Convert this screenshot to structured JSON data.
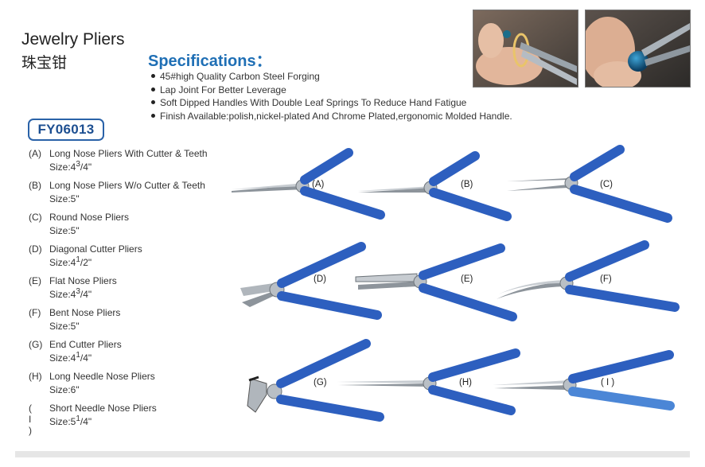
{
  "header": {
    "title_en": "Jewelry Pliers",
    "title_cn": "珠宝钳",
    "spec_title": "Specifications："
  },
  "specifications": [
    "45#high Quality Carbon Steel Forging",
    "Lap Joint For Better Leverage",
    "Soft Dipped Handles With Double Leaf Springs To Reduce Hand Fatigue",
    "Finish Available:polish,nickel-plated And Chrome Plated,ergonomic Molded Handle."
  ],
  "model": "FY06013",
  "products": [
    {
      "code": "(A)",
      "name": "Long Nose Pliers With Cutter & Teeth",
      "size_prefix": "Size:4",
      "size_num": "3",
      "size_suffix": "/4\""
    },
    {
      "code": "(B)",
      "name": "Long Nose Pliers W/o Cutter & Teeth",
      "size_prefix": "Size:5\"",
      "size_num": "",
      "size_suffix": ""
    },
    {
      "code": "(C)",
      "name": "Round Nose Pliers",
      "size_prefix": "Size:5\"",
      "size_num": "",
      "size_suffix": ""
    },
    {
      "code": "(D)",
      "name": "Diagonal Cutter Pliers",
      "size_prefix": "Size:4",
      "size_num": "1",
      "size_suffix": "/2\""
    },
    {
      "code": "(E)",
      "name": "Flat Nose Pliers",
      "size_prefix": "Size:4",
      "size_num": "3",
      "size_suffix": "/4\""
    },
    {
      "code": "(F)",
      "name": "Bent Nose Pliers",
      "size_prefix": "Size:5\"",
      "size_num": "",
      "size_suffix": ""
    },
    {
      "code": "(G)",
      "name": "End Cutter Pliers",
      "size_prefix": "Size:4",
      "size_num": "1",
      "size_suffix": "/4\""
    },
    {
      "code": "(H)",
      "name": "Long Needle Nose Pliers",
      "size_prefix": "Size:6\"",
      "size_num": "",
      "size_suffix": ""
    },
    {
      "code": "( I )",
      "name": "Short Needle Nose Pliers",
      "size_prefix": "Size:5",
      "size_num": "1",
      "size_suffix": "/4\""
    }
  ],
  "plier_labels": [
    "(A)",
    "(B)",
    "(C)",
    "(D)",
    "(E)",
    "(F)",
    "(G)",
    "(H)",
    "( I )"
  ],
  "colors": {
    "accent": "#1f6fb5",
    "handle_blue": "#2d5fbf",
    "model_border": "#2a62a8"
  }
}
